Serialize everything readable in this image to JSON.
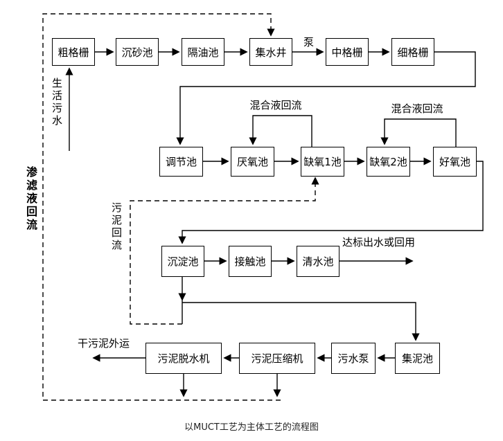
{
  "caption": "以MUCT工艺为主体工艺的流程图",
  "boxes": {
    "coarse_screen": "粗格栅",
    "grit_chamber": "沉砂池",
    "oil_separator": "隔油池",
    "collection_well": "集水井",
    "medium_screen": "中格栅",
    "fine_screen": "细格栅",
    "regulating_tank": "调节池",
    "anaerobic_tank": "厌氧池",
    "anoxic_tank_1": "缺氧1池",
    "anoxic_tank_2": "缺氧2池",
    "aerobic_tank": "好氧池",
    "sedimentation_tank": "沉淀池",
    "contact_tank": "接触池",
    "clear_water_tank": "清水池",
    "sludge_dewatering_machine": "污泥脱水机",
    "sludge_compressor": "污泥压缩机",
    "sewage_pump": "污水泵",
    "sludge_collection_tank": "集泥池"
  },
  "labels": {
    "pump": "泵",
    "mixed_liquor_reflux_1": "混合液回流",
    "mixed_liquor_reflux_2": "混合液回流",
    "effluent": "达标出水或回用",
    "dry_sludge_out": "干污泥外运",
    "influent": "生活污水",
    "leachate_reflux": "渗滤液回流",
    "sludge_reflux": "污泥回流"
  },
  "colors": {
    "line": "#000000",
    "background": "#ffffff"
  }
}
